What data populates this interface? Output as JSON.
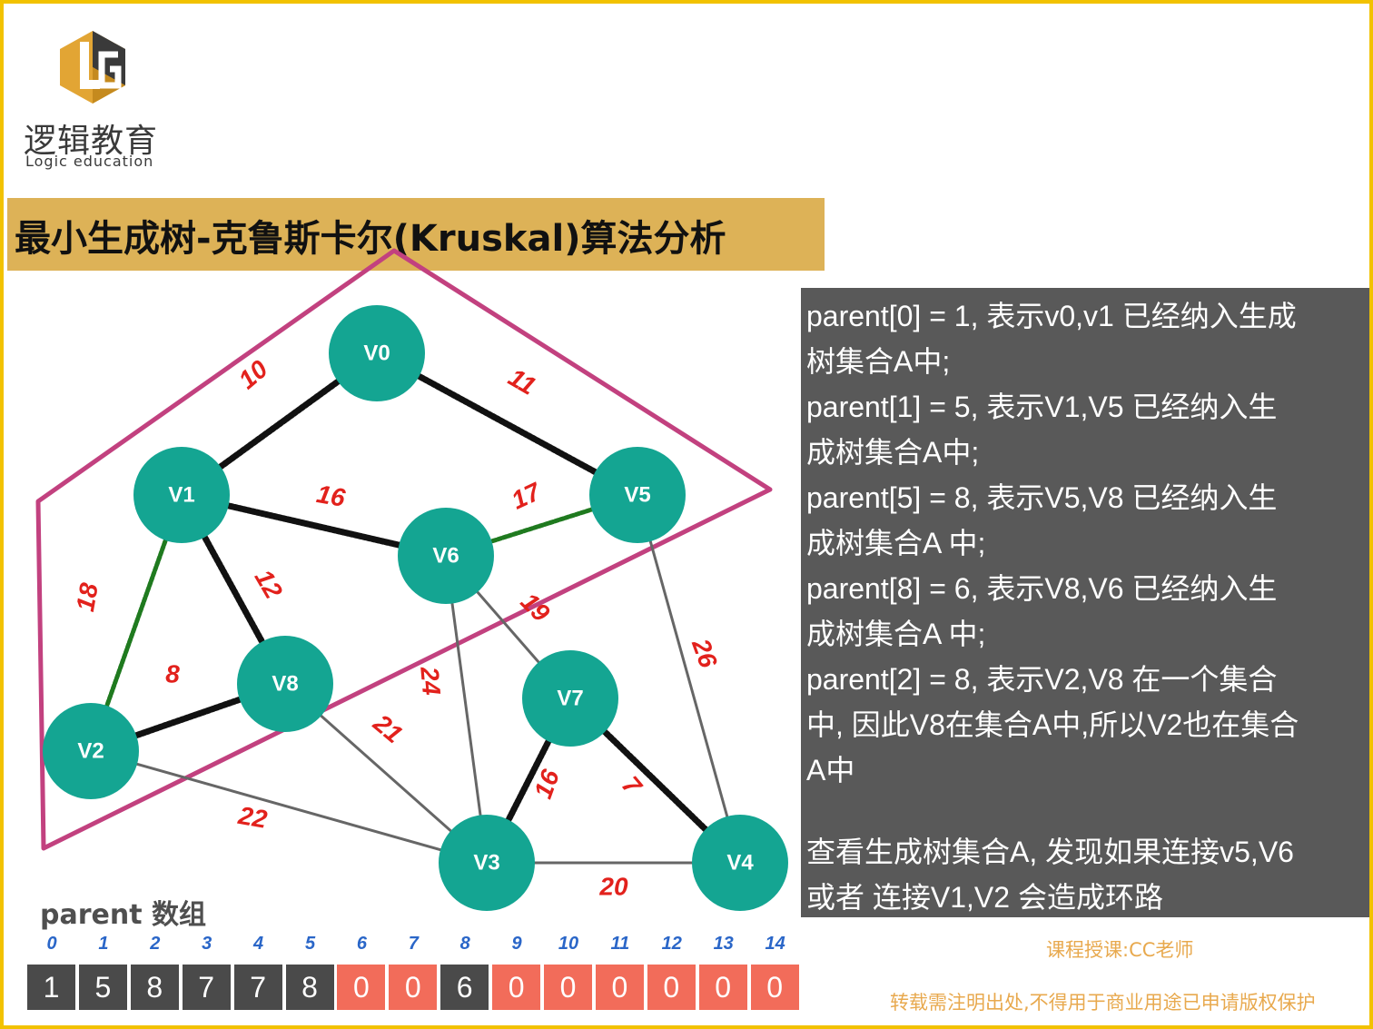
{
  "logo": {
    "mark_letters": "LG",
    "name_cn": "逻辑教育",
    "name_en": "Logic  education"
  },
  "title": "最小生成树-克鲁斯卡尔(Kruskal)算法分析",
  "graph": {
    "nodes": [
      {
        "id": "V0",
        "label": "V0"
      },
      {
        "id": "V1",
        "label": "V1"
      },
      {
        "id": "V5",
        "label": "V5"
      },
      {
        "id": "V6",
        "label": "V6"
      },
      {
        "id": "V8",
        "label": "V8"
      },
      {
        "id": "V7",
        "label": "V7"
      },
      {
        "id": "V2",
        "label": "V2"
      },
      {
        "id": "V3",
        "label": "V3"
      },
      {
        "id": "V4",
        "label": "V4"
      }
    ],
    "edges": [
      {
        "from": "V0",
        "to": "V1",
        "weight": "10",
        "style": "selected"
      },
      {
        "from": "V0",
        "to": "V5",
        "weight": "11",
        "style": "selected"
      },
      {
        "from": "V1",
        "to": "V6",
        "weight": "16",
        "style": "selected"
      },
      {
        "from": "V6",
        "to": "V5",
        "weight": "17",
        "style": "rejected"
      },
      {
        "from": "V1",
        "to": "V8",
        "weight": "12",
        "style": "selected"
      },
      {
        "from": "V1",
        "to": "V2",
        "weight": "18",
        "style": "rejected"
      },
      {
        "from": "V2",
        "to": "V8",
        "weight": "8",
        "style": "selected"
      },
      {
        "from": "V6",
        "to": "V7",
        "weight": "19",
        "style": "normal"
      },
      {
        "from": "V5",
        "to": "V4",
        "weight": "26",
        "style": "normal"
      },
      {
        "from": "V6",
        "to": "V3",
        "weight": "24",
        "style": "normal"
      },
      {
        "from": "V8",
        "to": "V3",
        "weight": "21",
        "style": "normal"
      },
      {
        "from": "V2",
        "to": "V3",
        "weight": "22",
        "style": "normal"
      },
      {
        "from": "V7",
        "to": "V3",
        "weight": "16",
        "style": "selected"
      },
      {
        "from": "V7",
        "to": "V4",
        "weight": "7",
        "style": "selected"
      },
      {
        "from": "V3",
        "to": "V4",
        "weight": "20",
        "style": "normal"
      }
    ]
  },
  "info_lines": [
    "parent[0] = 1, 表示v0,v1 已经纳入生成",
    "树集合A中;",
    "parent[1] = 5, 表示V1,V5 已经纳入生",
    "成树集合A中;",
    "parent[5] = 8, 表示V5,V8 已经纳入生",
    "成树集合A 中;",
    "parent[8] = 6, 表示V8,V6 已经纳入生",
    "成树集合A 中;",
    "parent[2] = 8, 表示V2,V8 在一个集合",
    "中, 因此V8在集合A中,所以V2也在集合",
    "A中"
  ],
  "info_conclusion": [
    "查看生成树集合A, 发现如果连接v5,V6",
    "或者 连接V1,V2 会造成环路"
  ],
  "parent_array": {
    "title": "parent 数组",
    "indices": [
      "0",
      "1",
      "2",
      "3",
      "4",
      "5",
      "6",
      "7",
      "8",
      "9",
      "10",
      "11",
      "12",
      "13",
      "14"
    ],
    "values": [
      "1",
      "5",
      "8",
      "7",
      "7",
      "8",
      "0",
      "0",
      "6",
      "0",
      "0",
      "0",
      "0",
      "0",
      "0"
    ],
    "states": [
      "set",
      "set",
      "set",
      "set",
      "set",
      "set",
      "zero",
      "zero",
      "set",
      "zero",
      "zero",
      "zero",
      "zero",
      "zero",
      "zero"
    ]
  },
  "teacher": "课程授课:CC老师",
  "footer": "转载需注明出处,不得用于商业用途已申请版权保护",
  "colors": {
    "node": "#14a592",
    "selected_edge": "#111111",
    "rejected_edge": "#1f7a1f",
    "normal_edge": "#666666",
    "set_outline": "#c2417f",
    "weight": "#e2211c",
    "title_bar": "#ddb257",
    "panel": "#595959",
    "cell_set": "#4a4a4a",
    "cell_zero": "#f26c5a",
    "border": "#f2c200"
  }
}
